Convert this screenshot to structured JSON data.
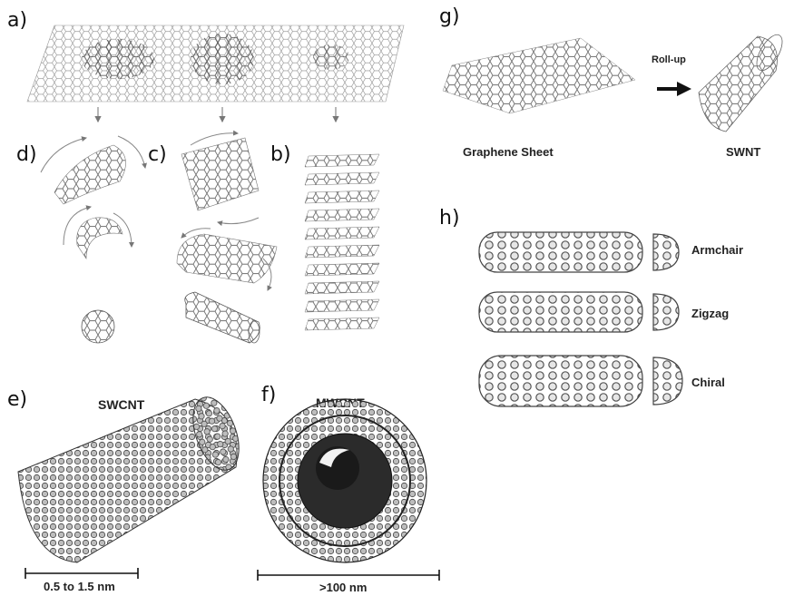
{
  "panels": {
    "a": "a)",
    "b": "b)",
    "c": "c)",
    "d": "d)",
    "e": "e)",
    "f": "f)",
    "g": "g)",
    "h": "h)"
  },
  "captions": {
    "swcnt_title": "SWCNT",
    "mwcnt_title": "MWCNT",
    "swcnt_scale": "0.5 to 1.5 nm",
    "mwcnt_scale": ">100 nm",
    "graphene_sheet": "Graphene Sheet",
    "rollup": "Roll-up",
    "swnt": "SWNT",
    "armchair": "Armchair",
    "zigzag": "Zigzag",
    "chiral": "Chiral"
  },
  "colors": {
    "lattice": "#8a8a8a",
    "dark_lattice": "#444444",
    "tube_fill": "#d8d8d8",
    "arrow": "#777777"
  },
  "icons": [
    "down-arrow-icon",
    "curved-arrow-icon",
    "right-arrow-icon",
    "scale-bar-icon"
  ]
}
